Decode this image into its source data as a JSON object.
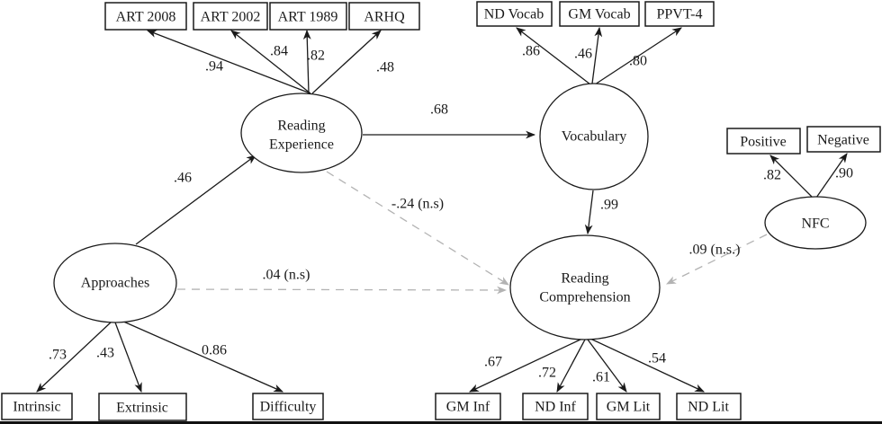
{
  "diagram": {
    "type": "sem-path-diagram",
    "colors": {
      "line": "#1a1a1a",
      "ns_line": "#b3b3b3",
      "background": "#ffffff"
    },
    "latent": {
      "reading_experience": {
        "line1": "Reading",
        "line2": "Experience"
      },
      "vocabulary": {
        "line1": "Vocabulary"
      },
      "reading_comprehension": {
        "line1": "Reading",
        "line2": "Comprehension"
      },
      "approaches": {
        "line1": "Approaches"
      },
      "nfc": {
        "line1": "NFC"
      }
    },
    "observed": {
      "art_2008": "ART 2008",
      "art_2002": "ART 2002",
      "art_1989": "ART 1989",
      "arhq": "ARHQ",
      "nd_vocab": "ND Vocab",
      "gm_vocab": "GM Vocab",
      "ppvt_4": "PPVT-4",
      "positive": "Positive",
      "negative": "Negative",
      "intrinsic": "Intrinsic",
      "extrinsic": "Extrinsic",
      "difficulty": "Difficulty",
      "gm_inf": "GM Inf",
      "nd_inf": "ND Inf",
      "gm_lit": "GM Lit",
      "nd_lit": "ND Lit"
    },
    "loadings": {
      "re_art_2008": ".94",
      "re_art_2002": ".84",
      "re_art_1989": ".82",
      "re_arhq": ".48",
      "voc_nd_vocab": ".86",
      "voc_gm_vocab": ".46",
      "voc_ppvt_4": ".80",
      "nfc_positive": ".82",
      "nfc_negative": ".90",
      "app_intrinsic": ".73",
      "app_extrinsic": ".43",
      "app_difficulty": "0.86",
      "rc_gm_inf": ".67",
      "rc_nd_inf": ".72",
      "rc_gm_lit": ".61",
      "rc_nd_lit": ".54"
    },
    "paths": {
      "approaches_to_re": ".46",
      "re_to_vocabulary": ".68",
      "vocabulary_to_rc": ".99",
      "re_to_rc": "-.24 (n.s)",
      "approaches_to_rc": ".04 (n.s)",
      "nfc_to_rc": ".09 (n.s.)"
    }
  }
}
